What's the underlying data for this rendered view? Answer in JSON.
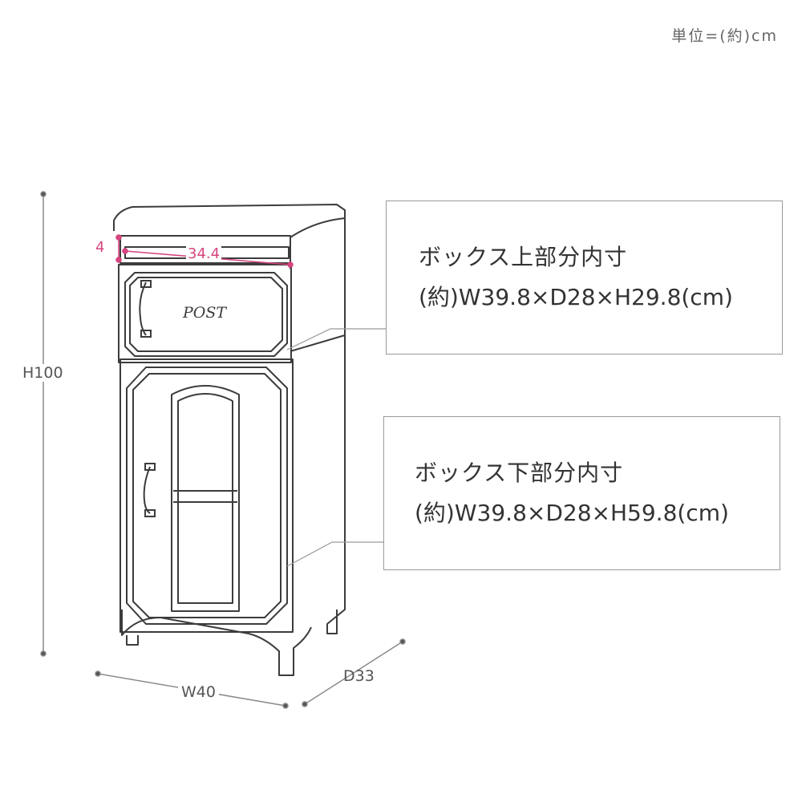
{
  "unit_note": "単位=(約)cm",
  "dimensions": {
    "height": "H100",
    "width": "W40",
    "depth": "D33",
    "slot_height": "4",
    "slot_width": "34.4"
  },
  "post_label": "POST",
  "upper_box": {
    "title": "ボックス上部分内寸",
    "value": "(約)W39.8×D28×H29.8(cm)"
  },
  "lower_box": {
    "title": "ボックス下部分内寸",
    "value": "(約)W39.8×D28×H59.8(cm)"
  },
  "colors": {
    "accent": "#d6457f",
    "line": "#3c3c3c",
    "dim": "#8a8a8a"
  }
}
